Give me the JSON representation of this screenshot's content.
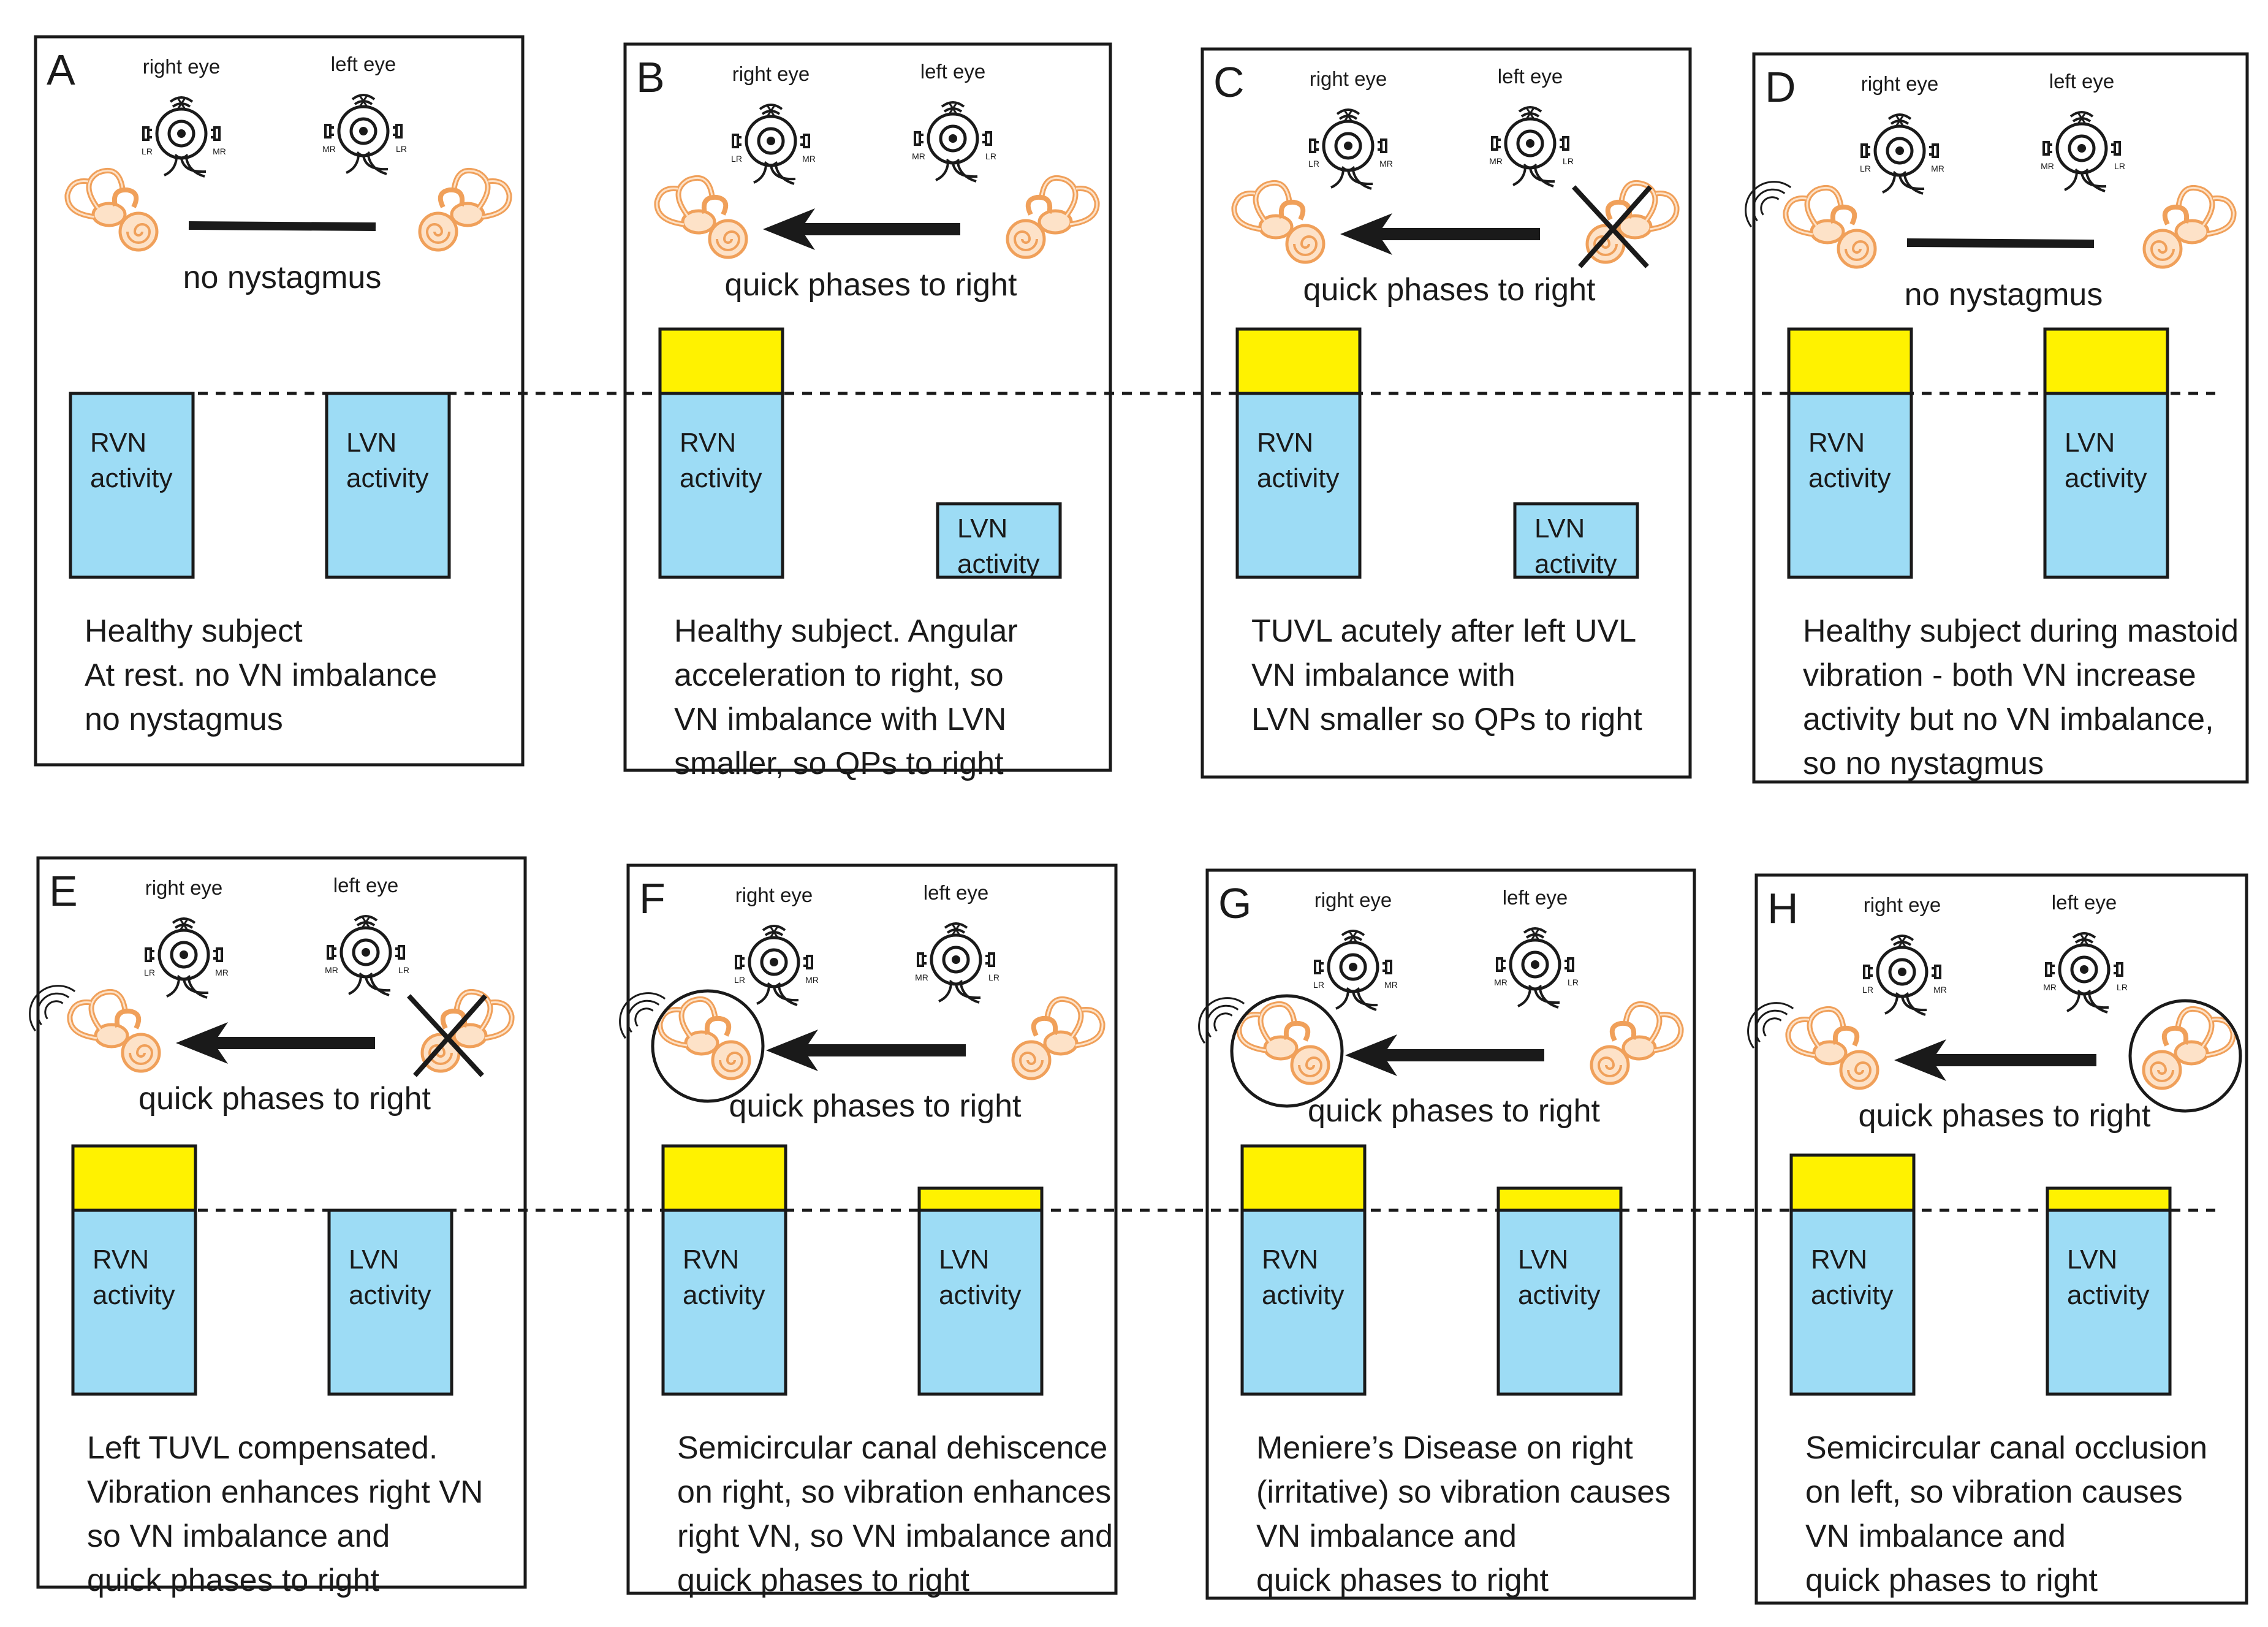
{
  "labels": {
    "right_eye": "right eye",
    "left_eye": "left eye",
    "rvn": "RVN",
    "lvn": "LVN",
    "activity": "activity",
    "lr": "LR",
    "mr": "MR"
  },
  "colors": {
    "vn_bar": "#9ddcf5",
    "increase": "#fff200",
    "ear": "#f0a05a",
    "outline": "#1a1a1a"
  },
  "panels": [
    {
      "letter": "A",
      "phase_text": "no nystagmus",
      "arrow": "none",
      "vibration": false,
      "lesion": "none",
      "circled_ear": "none",
      "rvn_level": 1.0,
      "lvn_level": 1.0,
      "rvn_increase": 0,
      "lvn_increase": 0,
      "caption": [
        "Healthy subject",
        "At rest.  no VN imbalance",
        "no nystagmus"
      ]
    },
    {
      "letter": "B",
      "phase_text": "quick phases to right",
      "arrow": "left",
      "vibration": false,
      "lesion": "none",
      "circled_ear": "none",
      "rvn_level": 1.0,
      "lvn_level": 0.4,
      "rvn_increase": 0.35,
      "lvn_increase": 0,
      "caption": [
        "Healthy subject.  Angular",
        "acceleration to right, so",
        "VN imbalance with LVN",
        "smaller, so QPs to right"
      ]
    },
    {
      "letter": "C",
      "phase_text": "quick phases to right",
      "arrow": "left",
      "vibration": false,
      "lesion": "left",
      "circled_ear": "none",
      "rvn_level": 1.0,
      "lvn_level": 0.4,
      "rvn_increase": 0.35,
      "lvn_increase": 0,
      "caption": [
        "TUVL acutely after left UVL",
        "VN imbalance with",
        "LVN smaller so QPs to right"
      ]
    },
    {
      "letter": "D",
      "phase_text": "no nystagmus",
      "arrow": "none",
      "vibration": true,
      "lesion": "none",
      "circled_ear": "none",
      "rvn_level": 1.0,
      "lvn_level": 1.0,
      "rvn_increase": 0.35,
      "lvn_increase": 0.35,
      "caption": [
        "Healthy subject during mastoid",
        "vibration - both VN increase",
        "activity but no VN imbalance,",
        "so no nystagmus"
      ]
    },
    {
      "letter": "E",
      "phase_text": "quick phases to right",
      "arrow": "left",
      "vibration": true,
      "lesion": "left",
      "circled_ear": "none",
      "rvn_level": 1.0,
      "lvn_level": 1.0,
      "rvn_increase": 0.35,
      "lvn_increase": 0,
      "caption": [
        "Left TUVL compensated.",
        "Vibration enhances right VN",
        "so VN imbalance and",
        "quick phases to right"
      ]
    },
    {
      "letter": "F",
      "phase_text": "quick phases to right",
      "arrow": "left",
      "vibration": true,
      "lesion": "none",
      "circled_ear": "right",
      "rvn_level": 1.0,
      "lvn_level": 1.0,
      "rvn_increase": 0.35,
      "lvn_increase": 0.12,
      "caption": [
        "Semicircular canal dehiscence",
        "on right, so vibration enhances",
        "right VN, so VN imbalance and",
        "quick phases to right"
      ]
    },
    {
      "letter": "G",
      "phase_text": "quick phases to right",
      "arrow": "left",
      "vibration": true,
      "lesion": "none",
      "circled_ear": "right",
      "rvn_level": 1.0,
      "lvn_level": 1.0,
      "rvn_increase": 0.35,
      "lvn_increase": 0.12,
      "caption": [
        "Meniere’s Disease on right",
        "(irritative) so vibration causes",
        "VN imbalance and",
        "quick phases to right"
      ]
    },
    {
      "letter": "H",
      "phase_text": "quick phases to right",
      "arrow": "left",
      "vibration": true,
      "lesion": "none",
      "circled_ear": "left",
      "rvn_level": 1.0,
      "lvn_level": 1.0,
      "rvn_increase": 0.3,
      "lvn_increase": 0.12,
      "caption": [
        "Semicircular canal occlusion",
        "on left, so vibration causes",
        "VN imbalance and",
        "quick phases to right"
      ]
    }
  ]
}
